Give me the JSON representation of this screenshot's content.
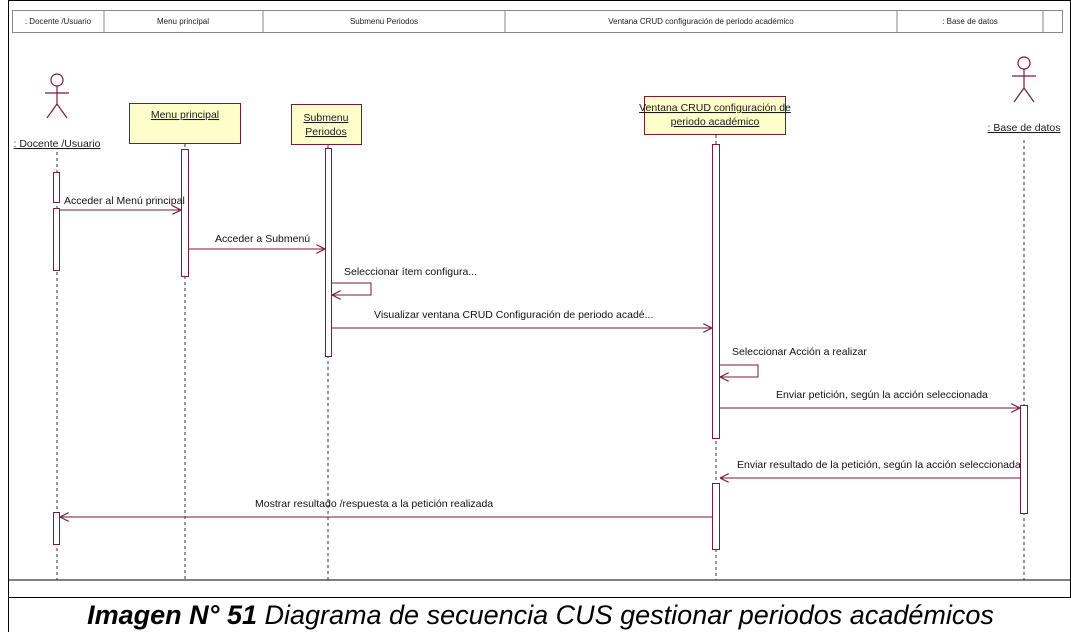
{
  "header_columns": [
    ": Docente /Usuario",
    "Menu principal",
    "Submenu Periodos",
    "Ventana CRUD configuración de periodo académico",
    ": Base de datos"
  ],
  "actors": {
    "docente": ": Docente /Usuario",
    "base_datos": ": Base de datos"
  },
  "objects": {
    "menu": "Menu principal",
    "submenu_line1": "Submenu",
    "submenu_line2": "Periodos",
    "ventana_line1": "Ventana CRUD configuración de",
    "ventana_line2": "periodo académico"
  },
  "messages": {
    "m1": "Acceder al Menú principal",
    "m2": "Acceder a Submenú",
    "m3": "Seleccionar ítem configura...",
    "m4": "Visualizar ventana CRUD Configuración de periodo acadé...",
    "m5": "Seleccionar Acción a realizar",
    "m6": "Enviar petición, según la acción seleccionada",
    "m7": "Enviar resultado de la petición, según la acción seleccionada",
    "m8": "Mostrar resultado /respuesta a la petición realizada"
  },
  "caption": {
    "number": "Imagen N° 51",
    "text": " Diagrama de secuencia CUS gestionar periodos académicos"
  },
  "colors": {
    "lifeline_box": "#ffffcc",
    "message_line": "#7a1a3a"
  }
}
